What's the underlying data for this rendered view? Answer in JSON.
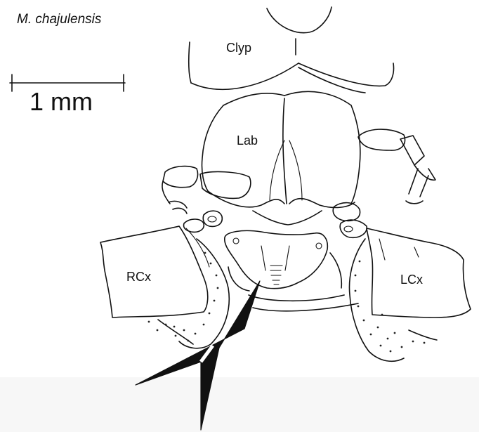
{
  "species_label": "M. chajulensis",
  "scale_bar": {
    "label": "1 mm"
  },
  "structure_labels": {
    "clypeus": "Clyp",
    "labrum": "Lab",
    "right_coxa": "RCx",
    "left_coxa": "LCx"
  },
  "colors": {
    "ink": "#111111",
    "background": "#ffffff",
    "footer_band": "#f7f7f7",
    "arrow_fill": "#111111"
  }
}
